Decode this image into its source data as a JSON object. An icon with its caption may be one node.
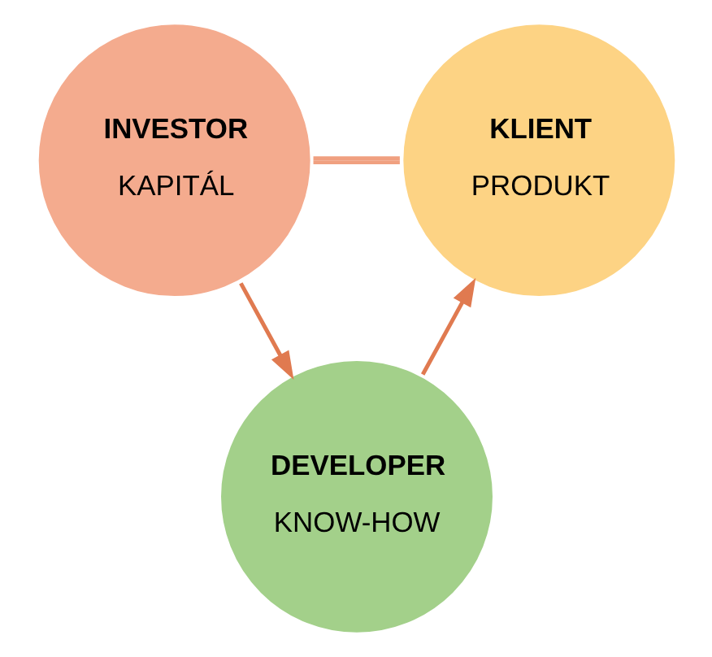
{
  "diagram": {
    "nodes": [
      {
        "text": [
          "INVESTOR",
          "KAPITÁL"
        ]
      },
      {
        "text": [
          "KLIENT",
          "PRODUKT"
        ]
      },
      {
        "text": [
          "DEVELOPER",
          "KNOW-HOW"
        ]
      }
    ],
    "edges": [
      {
        "from": 0,
        "to": 1,
        "arrow": "none"
      },
      {
        "from": 0,
        "to": 2,
        "arrow": "to"
      },
      {
        "from": 2,
        "to": 1,
        "arrow": "to"
      }
    ]
  }
}
